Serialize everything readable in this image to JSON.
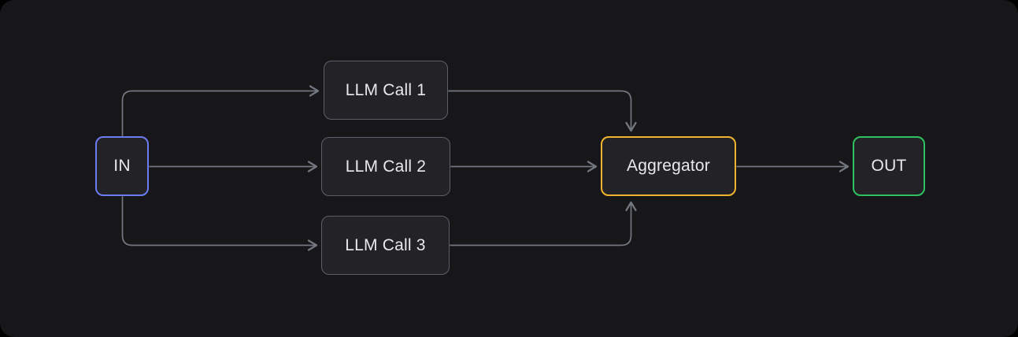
{
  "diagram": {
    "title": "parallelization-workflow",
    "nodes": {
      "in": {
        "label": "IN",
        "border_color": "#6c7cf3",
        "role": "input"
      },
      "llm1": {
        "label": "LLM Call 1",
        "border_color": "#5b6068",
        "role": "worker"
      },
      "llm2": {
        "label": "LLM Call 2",
        "border_color": "#5b6068",
        "role": "worker"
      },
      "llm3": {
        "label": "LLM Call 3",
        "border_color": "#5b6068",
        "role": "worker"
      },
      "aggregator": {
        "label": "Aggregator",
        "border_color": "#f0b42e",
        "role": "aggregator"
      },
      "out": {
        "label": "OUT",
        "border_color": "#2fc05f",
        "role": "output"
      }
    },
    "edges": [
      {
        "from": "in",
        "to": "llm1"
      },
      {
        "from": "in",
        "to": "llm2"
      },
      {
        "from": "in",
        "to": "llm3"
      },
      {
        "from": "llm1",
        "to": "aggregator"
      },
      {
        "from": "llm2",
        "to": "aggregator"
      },
      {
        "from": "llm3",
        "to": "aggregator"
      },
      {
        "from": "aggregator",
        "to": "out"
      }
    ],
    "colors": {
      "background": "#17171a",
      "node_fill": "#232327",
      "connector": "#73777f",
      "text": "#e9e9ec"
    }
  }
}
